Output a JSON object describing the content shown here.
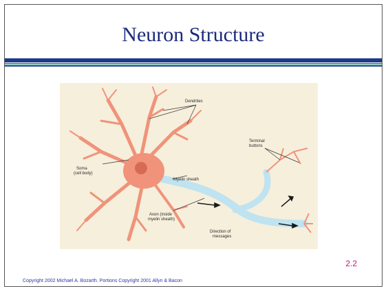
{
  "slide": {
    "title": "Neuron Structure",
    "slide_number": "2.2",
    "copyright": "Copyright 2002 Michael A. Bozarth. Portions Copyright 2001 Allyn & Bacon"
  },
  "figure": {
    "labels": {
      "dendrites": "Dendrites",
      "soma_line1": "Soma",
      "soma_line2": "(cell body)",
      "myelin": "Myelin sheath",
      "axon_line1": "Axon (inside",
      "axon_line2": "myelin sheath)",
      "terminal_line1": "Terminal",
      "terminal_line2": "buttons",
      "direction_line1": "Direction of",
      "direction_line2": "messages"
    }
  },
  "colors": {
    "title": "#1c2a7c",
    "bar_navy": "#1e3a8a",
    "bar_teal": "#2a9d8f",
    "slide_number": "#c21874",
    "copyright": "#2a39a0",
    "figure_bg": "#f6efdc",
    "neuron": "#f0937a",
    "myelin": "#bfe3f0"
  }
}
